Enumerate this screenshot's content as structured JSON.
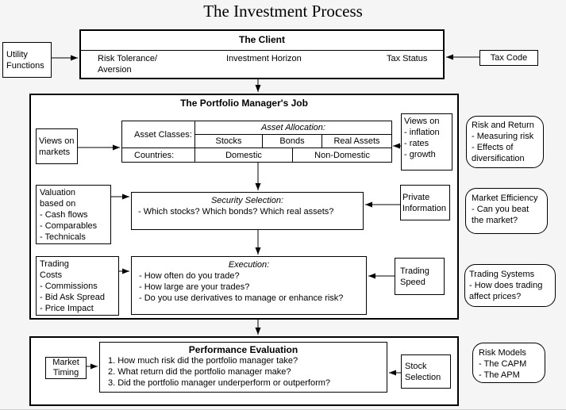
{
  "title": "The Investment Process",
  "colors": {
    "background": "#f5f5f6",
    "border": "#000000",
    "fill": "#ffffff"
  },
  "client": {
    "title": "The Client",
    "risk_tolerance": "Risk Tolerance/\nAversion",
    "investment_horizon": "Investment Horizon",
    "tax_status": "Tax Status"
  },
  "utility_functions": "Utility\nFunctions",
  "tax_code": "Tax Code",
  "portfolio_manager": {
    "title": "The Portfolio Manager's Job",
    "asset_allocation": {
      "header": "Asset Allocation:",
      "classes_label": "Asset Classes:",
      "asset_classes": [
        "Stocks",
        "Bonds",
        "Real Assets"
      ],
      "countries_label": "Countries:",
      "countries": [
        "Domestic",
        "Non-Domestic"
      ]
    },
    "views_markets": "Views on\nmarkets",
    "views_inflation": "Views on\n- inflation\n- rates\n- growth",
    "security_selection": {
      "header": "Security Selection:",
      "question": "- Which stocks? Which bonds? Which real assets?"
    },
    "valuation": "Valuation\nbased on\n- Cash flows\n- Comparables\n- Technicals",
    "private_information": "Private\nInformation",
    "execution": {
      "header": "Execution:",
      "questions": [
        "- How often do you trade?",
        "- How large are your trades?",
        "- Do you use derivatives to manage or enhance risk?"
      ]
    },
    "trading_costs": "Trading\nCosts\n- Commissions\n- Bid Ask Spread\n- Price Impact",
    "trading_speed": "Trading\nSpeed"
  },
  "performance": {
    "title": "Performance Evaluation",
    "questions": [
      "1. How much risk did the portfolio manager take?",
      "2. What return did the portfolio manager make?",
      "3. Did the portfolio manager underperform or outperform?"
    ],
    "market_timing": "Market\nTiming",
    "stock_selection": "Stock\nSelection"
  },
  "side_notes": [
    "Risk and Return\n- Measuring risk\n- Effects of\ndiversification",
    "Market Efficiency\n- Can you beat\nthe market?",
    "Trading Systems\n- How does trading\naffect prices?",
    "Risk Models\n- The CAPM\n- The APM"
  ]
}
